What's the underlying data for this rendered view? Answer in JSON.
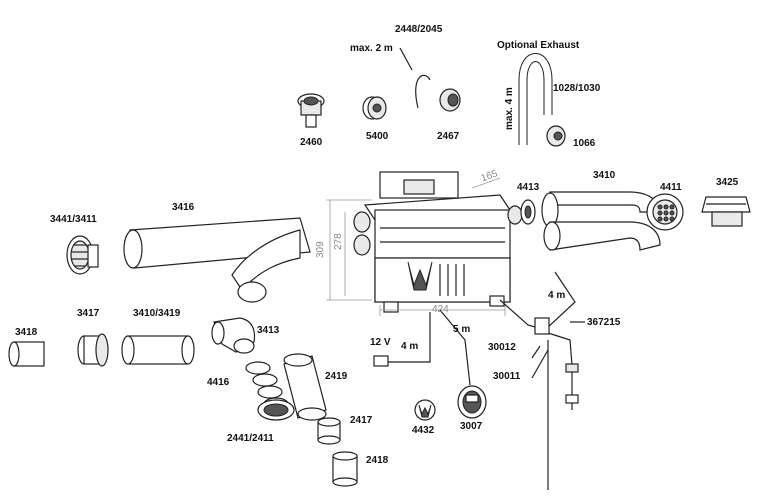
{
  "labels": {
    "p2448_2045": "2448/2045",
    "max2m": "max. 2 m",
    "optional_exhaust": "Optional Exhaust",
    "max4m": "max. 4 m",
    "p1028_1030": "1028/1030",
    "p2460": "2460",
    "p5400": "5400",
    "p2467": "2467",
    "p1066": "1066",
    "p3410_top": "3410",
    "p4413": "4413",
    "p4411": "4411",
    "p3425": "3425",
    "p3441_3411": "3441/3411",
    "p3416": "3416",
    "p3417": "3417",
    "p3410_3419": "3410/3419",
    "p3418": "3418",
    "p3413": "3413",
    "p4416": "4416",
    "p2419": "2419",
    "p2441_2411": "2441/2411",
    "p2417": "2417",
    "p2418": "2418",
    "p12v": "12 V",
    "p4m_cable": "4 m",
    "p5m": "5 m",
    "p30012": "30012",
    "p30011": "30011",
    "p4432": "4432",
    "p3007": "3007",
    "p4m_fuel": "4 m",
    "p367215": "367215"
  },
  "dimensions": {
    "d165": "165",
    "d309": "309",
    "d278": "278",
    "d424": "424"
  }
}
